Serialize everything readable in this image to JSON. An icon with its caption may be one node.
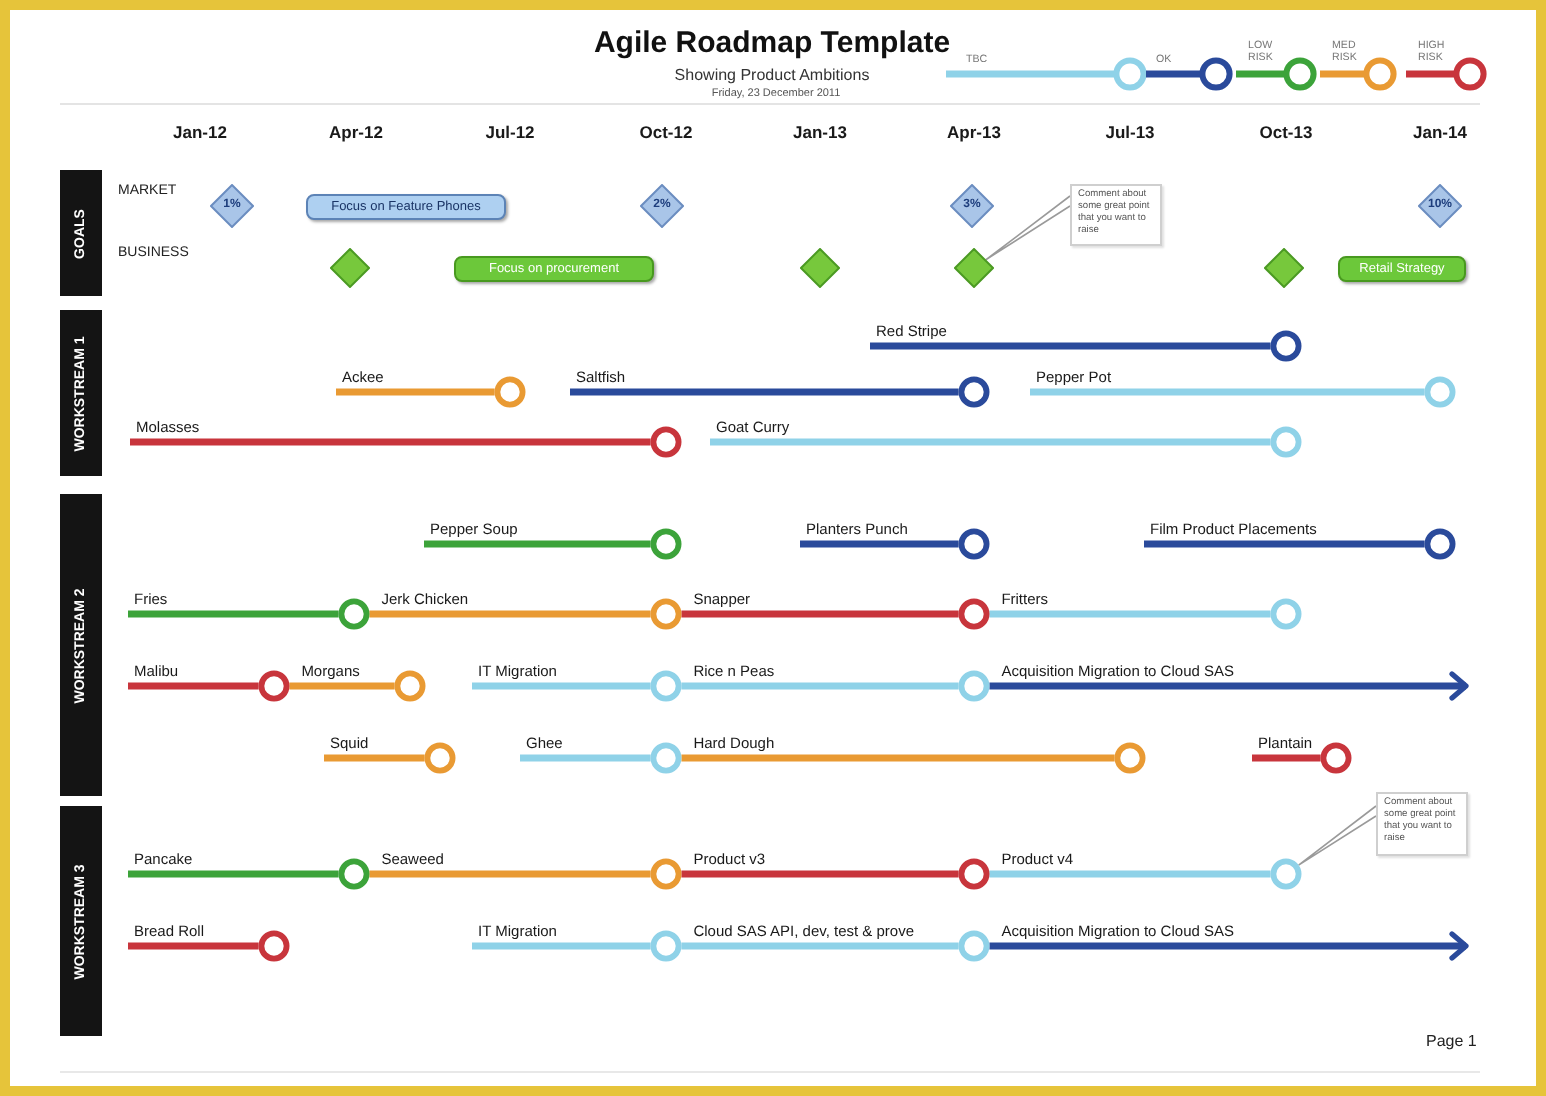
{
  "diagram": {
    "title": "Agile Roadmap Template",
    "nodes": [
      {
        "text": [
          "GOALS"
        ]
      },
      {
        "text": [
          "1%"
        ]
      },
      {
        "text": [
          "Focus on Feature Phones"
        ]
      },
      {
        "text": [
          "2%"
        ]
      },
      {
        "text": [
          "3%"
        ]
      },
      {
        "text": [
          "Comment about some great point that you want to raise"
        ]
      },
      {
        "text": [
          "10%"
        ]
      },
      {
        "text": [],
        "shape": "diamond"
      },
      {
        "text": [
          "Focus on procurement"
        ]
      },
      {
        "text": [],
        "shape": "diamond"
      },
      {
        "text": [],
        "shape": "diamond"
      },
      {
        "text": [],
        "shape": "diamond"
      },
      {
        "text": [
          "Retail Strategy"
        ]
      },
      {
        "text": [
          "WORKSTREAM 1"
        ]
      },
      {
        "text": [],
        "shape": "circle"
      },
      {
        "text": [],
        "shape": "circle"
      },
      {
        "text": [],
        "shape": "circle"
      },
      {
        "text": [],
        "shape": "circle"
      },
      {
        "text": [],
        "shape": "circle"
      },
      {
        "text": [],
        "shape": "circle"
      },
      {
        "text": [
          "WORKSTREAM 2"
        ]
      },
      {
        "text": [],
        "shape": "circle"
      },
      {
        "text": [],
        "shape": "circle"
      },
      {
        "text": [],
        "shape": "circle"
      },
      {
        "text": [],
        "shape": "circle"
      },
      {
        "text": [],
        "shape": "circle"
      },
      {
        "text": [],
        "shape": "circle"
      },
      {
        "text": [],
        "shape": "circle"
      },
      {
        "text": [],
        "shape": "circle"
      },
      {
        "text": [],
        "shape": "circle"
      },
      {
        "text": [],
        "shape": "circle"
      },
      {
        "text": [],
        "shape": "circle"
      },
      {
        "text": [],
        "shape": "circle"
      },
      {
        "text": [],
        "shape": "circle"
      },
      {
        "text": [],
        "shape": "circle"
      },
      {
        "text": [],
        "shape": "circle"
      },
      {
        "text": [
          "WORKSTREAM 3"
        ]
      },
      {
        "text": [
          "Comment about some great point that you want to raise"
        ]
      },
      {
        "text": [],
        "shape": "circle"
      },
      {
        "text": [],
        "shape": "circle"
      },
      {
        "text": [],
        "shape": "circle"
      },
      {
        "text": [],
        "shape": "circle"
      },
      {
        "text": [],
        "shape": "circle"
      },
      {
        "text": [],
        "shape": "circle"
      },
      {
        "text": [],
        "shape": "circle"
      }
    ],
    "edges": [
      {
        "from": null,
        "to": 14,
        "arrow": "none",
        "label": "Red Stripe",
        "color": "#2a4a9b"
      },
      {
        "from": null,
        "to": 15,
        "arrow": "none",
        "label": "Ackee",
        "color": "#e99a33"
      },
      {
        "from": null,
        "to": 16,
        "arrow": "none",
        "label": "Saltfish",
        "color": "#2a4a9b"
      },
      {
        "from": null,
        "to": 17,
        "arrow": "none",
        "label": "Pepper Pot"
      },
      {
        "from": null,
        "to": 18,
        "arrow": "none",
        "label": "Molasses",
        "color": "#c8353c"
      },
      {
        "from": null,
        "to": 19,
        "arrow": "none",
        "label": "Goat Curry"
      },
      {
        "from": null,
        "to": 21,
        "arrow": "none",
        "label": "Pepper Soup",
        "color": "#3ca33a"
      },
      {
        "from": null,
        "to": 22,
        "arrow": "none",
        "label": "Planters Punch",
        "color": "#2a4a9b"
      },
      {
        "from": null,
        "to": 23,
        "arrow": "none",
        "label": "Film Product Placements",
        "color": "#2a4a9b"
      },
      {
        "from": null,
        "to": 24,
        "arrow": "none",
        "label": "Fries",
        "color": "#3ca33a"
      },
      {
        "from": 24,
        "to": 25,
        "arrow": "none",
        "label": "Jerk Chicken",
        "color": "#e99a33"
      },
      {
        "from": 25,
        "to": 26,
        "arrow": "none",
        "label": "Snapper",
        "color": "#c8353c"
      },
      {
        "from": 26,
        "to": 27,
        "arrow": "none",
        "label": "Fritters"
      },
      {
        "from": null,
        "to": 28,
        "arrow": "none",
        "label": "Malibu",
        "color": "#c8353c"
      },
      {
        "from": 28,
        "to": 29,
        "arrow": "none",
        "label": "Morgans",
        "color": "#e99a33"
      },
      {
        "from": null,
        "to": 30,
        "arrow": "none",
        "label": "IT Migration"
      },
      {
        "from": 30,
        "to": 31,
        "arrow": "none",
        "label": "Rice n Peas"
      },
      {
        "from": 31,
        "to": null,
        "arrow": "to",
        "label": "Acquisition Migration to Cloud SAS",
        "color": "#2a4a9b"
      },
      {
        "from": null,
        "to": 32,
        "arrow": "none",
        "label": "Squid",
        "color": "#e99a33"
      },
      {
        "from": null,
        "to": 33,
        "arrow": "none",
        "label": "Ghee"
      },
      {
        "from": 33,
        "to": 34,
        "arrow": "none",
        "label": "Hard Dough",
        "color": "#e99a33"
      },
      {
        "from": null,
        "to": 35,
        "arrow": "none",
        "label": "Plantain",
        "color": "#c8353c"
      },
      {
        "from": null,
        "to": 38,
        "arrow": "none",
        "label": "Pancake",
        "color": "#3ca33a"
      },
      {
        "from": 38,
        "to": 39,
        "arrow": "none",
        "label": "Seaweed",
        "color": "#e99a33"
      },
      {
        "from": 39,
        "to": 40,
        "arrow": "none",
        "label": "Product v3",
        "color": "#c8353c"
      },
      {
        "from": 40,
        "to": 41,
        "arrow": "none",
        "label": "Product v4"
      },
      {
        "from": null,
        "to": 42,
        "arrow": "none",
        "label": "Bread Roll",
        "color": "#c8353c"
      },
      {
        "from": null,
        "to": 43,
        "arrow": "none",
        "label": "IT Migration"
      },
      {
        "from": 43,
        "to": 44,
        "arrow": "none",
        "label": "Cloud SAS API, dev, test & prove"
      },
      {
        "from": 44,
        "to": null,
        "arrow": "to",
        "label": "Acquisition Migration to Cloud SAS",
        "color": "#2a4a9b"
      },
      {
        "from": 5,
        "to": 10,
        "arrow": "none",
        "color": "#9a9a9a"
      },
      {
        "from": 37,
        "to": 41,
        "arrow": "none",
        "color": "#9a9a9a"
      }
    ],
    "labels": [
      "Showing Product Ambitions",
      "Friday, 23 December 2011",
      "Jan-12",
      "Apr-12",
      "Jul-12",
      "Oct-12",
      "Jan-13",
      "Apr-13",
      "Jul-13",
      "Oct-13",
      "Jan-14",
      "MARKET",
      "BUSINESS",
      "Page 1"
    ],
    "legend": [
      {
        "text": "TBC",
        "color": "#8fd2e8"
      },
      {
        "text": "OK",
        "color": "#2a4a9b"
      },
      {
        "text": "LOW RISK",
        "color": "#3ca33a"
      },
      {
        "text": "MED RISK",
        "color": "#e99a33"
      },
      {
        "text": "HIGH RISK",
        "color": "#c8353c"
      }
    ]
  }
}
